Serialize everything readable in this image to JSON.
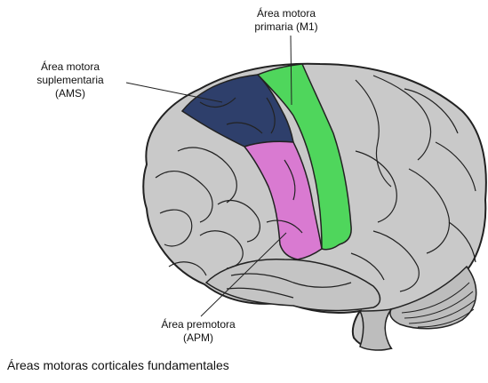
{
  "labels": {
    "m1": {
      "line1": "Área motora",
      "line2": "primaria (M1)"
    },
    "ams": {
      "line1": "Área motora",
      "line2": "suplementaria",
      "line3": "(AMS)"
    },
    "apm": {
      "line1": "Área premotora",
      "line2": "(APM)"
    }
  },
  "caption": "Áreas motoras corticales fundamentales",
  "colors": {
    "ams": "#2e3f6b",
    "m1": "#4fd65c",
    "apm": "#d97ad1",
    "cortex": "#c9c9c9",
    "outline": "#222222"
  }
}
